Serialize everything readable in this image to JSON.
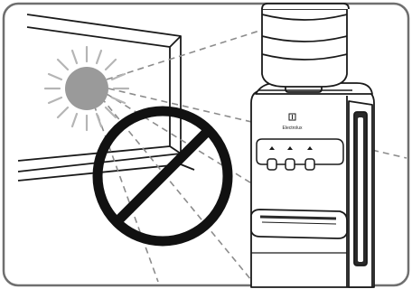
{
  "illustration": {
    "brand_label": "Electrolux",
    "icons": [
      "sun-icon",
      "prohibited-icon",
      "window-frame",
      "water-bottle",
      "water-dispenser"
    ],
    "colors": {
      "frame_border": "#6f6f6f",
      "line": "#1a1a1a",
      "sun_fill": "#9a9a9a",
      "sun_rays": "#b5b5b5",
      "prohibited": "#111111",
      "dashed_rays": "#8c8c8c",
      "bottle": "#ffffff",
      "panel_dark": "#2a2a2a"
    }
  }
}
